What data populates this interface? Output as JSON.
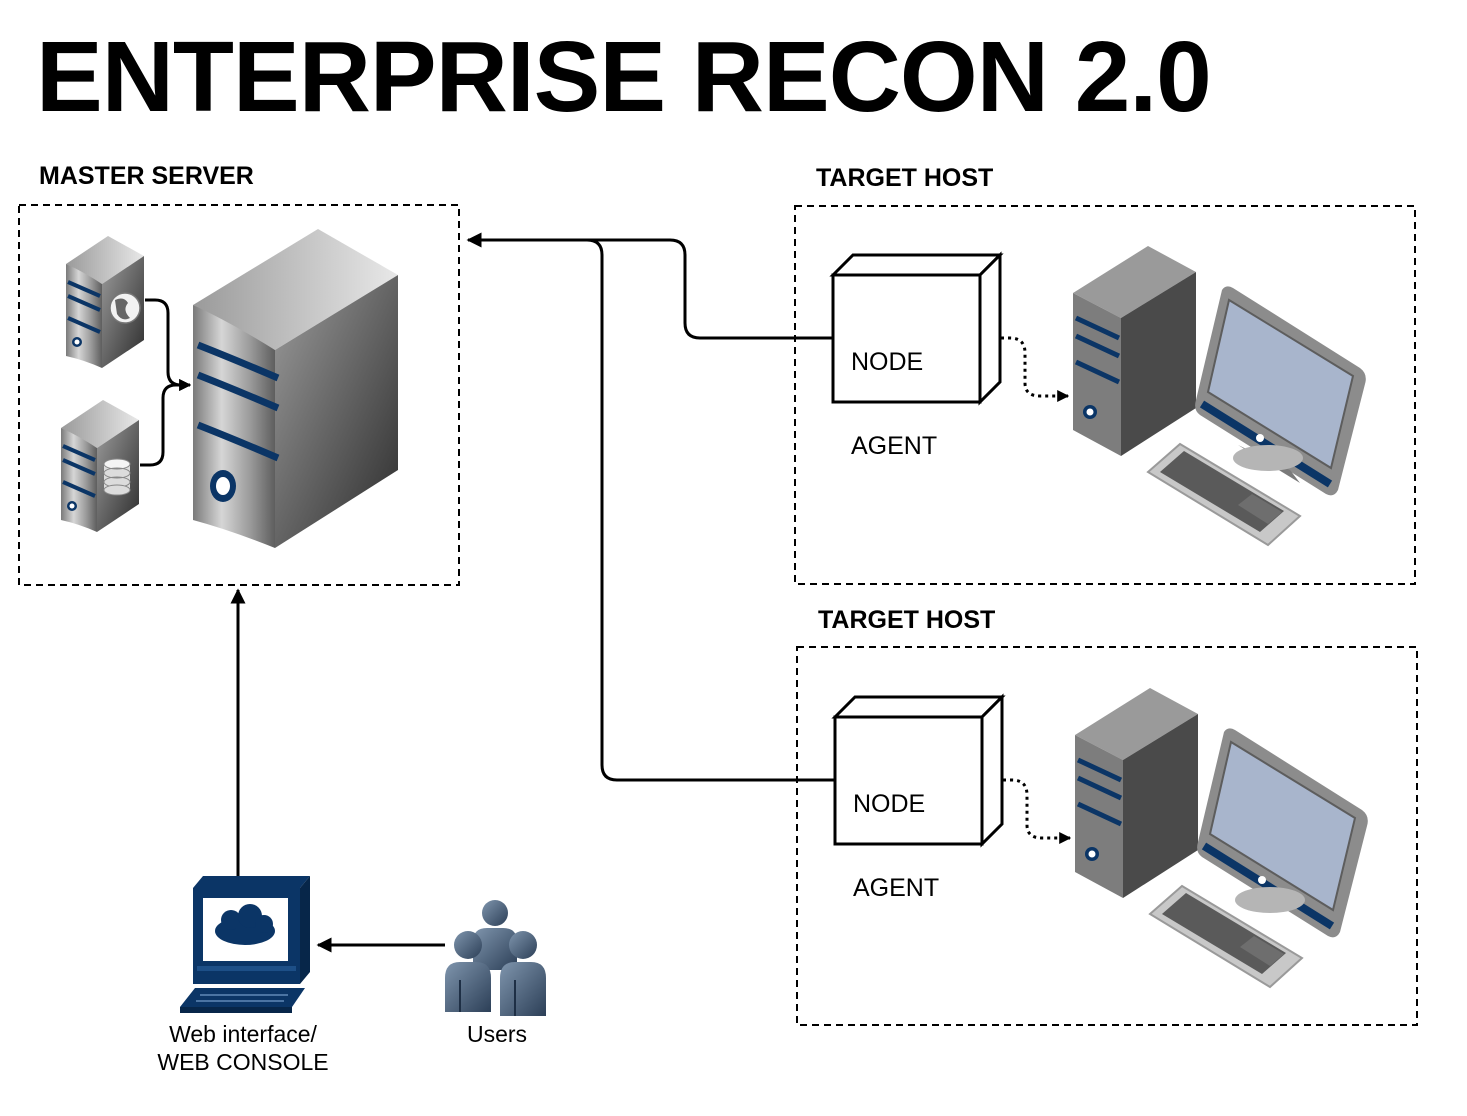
{
  "title": "ENTERPRISE RECON 2.0",
  "master_server": {
    "label": "MASTER SERVER"
  },
  "target_hosts": [
    {
      "label": "TARGET HOST",
      "agent_line1": "NODE",
      "agent_line2": "AGENT"
    },
    {
      "label": "TARGET HOST",
      "agent_line1": "NODE",
      "agent_line2": "AGENT"
    }
  ],
  "web_console": {
    "line1": "Web interface/",
    "line2": "WEB CONSOLE"
  },
  "users": {
    "label": "Users"
  },
  "colors": {
    "navy": "#0b3566",
    "server_gray": "#8a8a8a",
    "screen_blue": "#a8b5cc",
    "line": "#000000"
  }
}
